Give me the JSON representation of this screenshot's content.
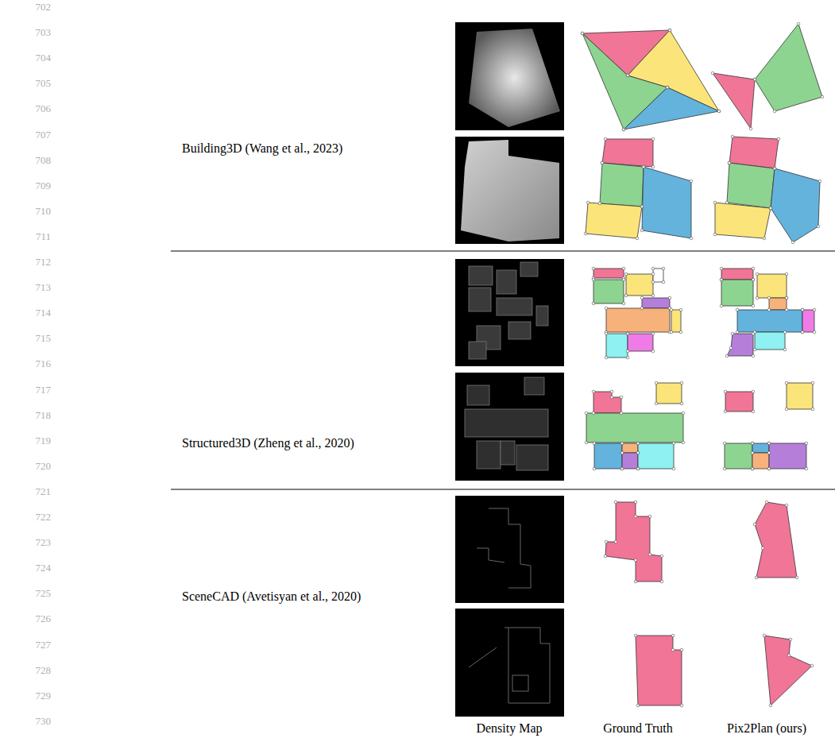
{
  "diagram": {
    "labels": [
      "702",
      "703",
      "704",
      "705",
      "706",
      "707",
      "708",
      "709",
      "710",
      "711",
      "712",
      "713",
      "714",
      "715",
      "716",
      "717",
      "718",
      "719",
      "720",
      "721",
      "722",
      "723",
      "724",
      "725",
      "726",
      "727",
      "728",
      "729",
      "730",
      "Building3D (Wang et al., 2023)",
      "Structured3D (Zheng et al., 2020)",
      "SceneCAD (Avetisyan et al., 2020)",
      "Density Map",
      "Ground Truth",
      "Pix2Plan (ours)"
    ]
  }
}
